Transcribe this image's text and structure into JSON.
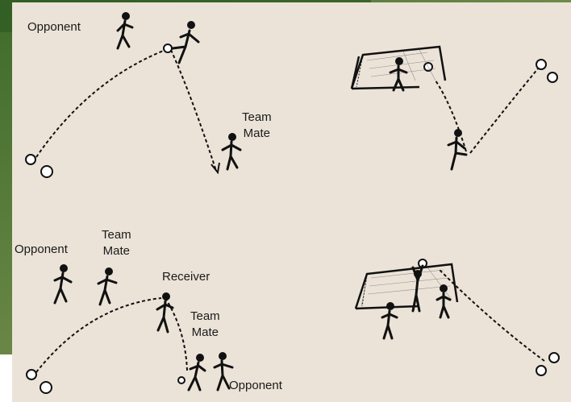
{
  "labels": {
    "opponent_1": "Opponent",
    "team_mate_1_line1": "Team",
    "team_mate_1_line2": "Mate",
    "opponent_2": "Opponent",
    "team_mate_2_line1": "Team",
    "team_mate_2_line2": "Mate",
    "receiver": "Receiver",
    "team_mate_3_line1": "Team",
    "team_mate_3_line2": "Mate",
    "opponent_3": "Opponent"
  },
  "colors": {
    "panel": "#ebe3d8",
    "grass": "#5a7a3e",
    "ink": "#111111"
  }
}
